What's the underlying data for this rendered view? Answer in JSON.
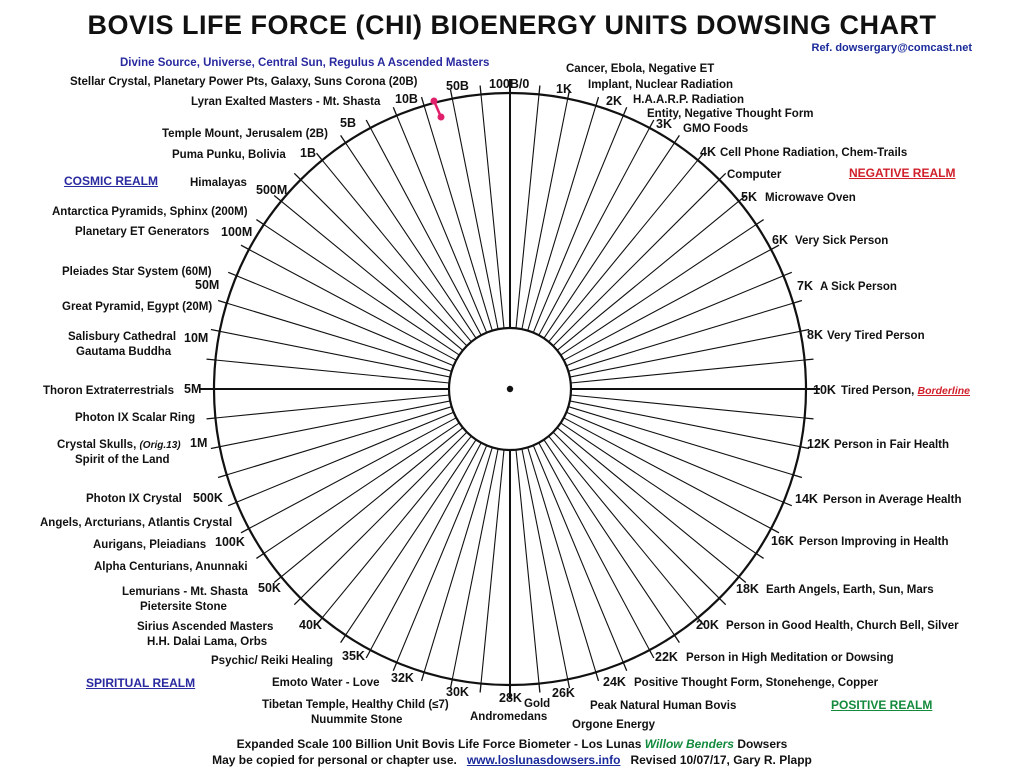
{
  "title": "BOVIS LIFE FORCE (CHI) BIOENERGY UNITS DOWSING CHART",
  "reference": "Ref. dowsergary@comcast.net",
  "realms": {
    "cosmic": "COSMIC REALM",
    "negative": "NEGATIVE REALM",
    "spiritual": "SPIRITUAL REALM",
    "positive": "POSITIVE REALM"
  },
  "ticks": {
    "t100b": "100B/0",
    "t1k": "1K",
    "t2k": "2K",
    "t3k": "3K",
    "t4k": "4K",
    "t5k": "5K",
    "t6k": "6K",
    "t7k": "7K",
    "t8k": "8K",
    "t10k": "10K",
    "t12k": "12K",
    "t14k": "14K",
    "t16k": "16K",
    "t18k": "18K",
    "t20k": "20K",
    "t22k": "22K",
    "t24k": "24K",
    "t26k": "26K",
    "t28k": "28K",
    "t30k": "30K",
    "t32k": "32K",
    "t35k": "35K",
    "t40k": "40K",
    "t50k": "50K",
    "t100k": "100K",
    "t500k": "500K",
    "t1m": "1M",
    "t5m": "5M",
    "t10m": "10M",
    "t50m": "50M",
    "t100m": "100M",
    "t500m": "500M",
    "t1b": "1B",
    "t5b": "5B",
    "t10b": "10B",
    "t50b": "50B"
  },
  "labels": {
    "divine": "Divine Source, Universe, Central Sun, Regulus A Ascended Masters",
    "stellar": "Stellar Crystal, Planetary Power Pts, Galaxy, Suns Corona (20B)",
    "lyran": "Lyran Exalted Masters - Mt. Shasta",
    "temple_mount": "Temple Mount, Jerusalem (2B)",
    "puma": "Puma Punku, Bolivia",
    "himalayas": "Himalayas",
    "antarctica": "Antarctica Pyramids, Sphinx (200M)",
    "planetary_et": "Planetary ET Generators",
    "pleiades": "Pleiades Star System (60M)",
    "great_pyramid": "Great Pyramid, Egypt (20M)",
    "salisbury": "Salisbury Cathedral",
    "gautama": "Gautama Buddha",
    "thoron": "Thoron Extraterrestrials",
    "photon_ring": "Photon IX Scalar Ring",
    "crystal_skulls": "Crystal Skulls,",
    "orig": "(Orig.13)",
    "spirit_land": "Spirit of the Land",
    "photon_crystal": "Photon IX Crystal",
    "angels": "Angels, Arcturians, Atlantis Crystal",
    "aurigans": "Aurigans, Pleiadians",
    "alpha": "Alpha Centurians, Anunnaki",
    "lemurians": "Lemurians - Mt. Shasta",
    "pietersite": "Pietersite Stone",
    "sirius": "Sirius Ascended Masters",
    "dalai": "H.H. Dalai Lama, Orbs",
    "psychic": "Psychic/ Reiki Healing",
    "emoto": "Emoto Water - Love",
    "tibetan": "Tibetan Temple, Healthy Child (≤7)",
    "nuummite": "Nuummite Stone",
    "andromedans": "Andromedans",
    "gold": "Gold",
    "orgone": "Orgone Energy",
    "peak_bovis": "Peak Natural Human Bovis",
    "positive_thought": "Positive Thought Form, Stonehenge, Copper",
    "meditation": "Person in High Meditation or Dowsing",
    "good_health": "Person in Good Health, Church Bell, Silver",
    "earth_angels": "Earth Angels, Earth, Sun, Mars",
    "improving": "Person Improving in Health",
    "average": "Person in Average Health",
    "fair": "Person in Fair Health",
    "tired": "Tired Person,",
    "borderline": "Borderline",
    "very_tired": "Very Tired Person",
    "sick": "A Sick Person",
    "very_sick": "Very Sick Person",
    "microwave": "Microwave Oven",
    "computer": "Computer",
    "cell_phone": "Cell Phone Radiation, Chem-Trails",
    "gmo": "GMO Foods",
    "entity": "Entity, Negative Thought Form",
    "haarp": "H.A.A.R.P. Radiation",
    "implant": "Implant, Nuclear Radiation",
    "cancer": "Cancer, Ebola, Negative ET"
  },
  "footer": {
    "line1_a": "Expanded Scale 100 Billion Unit Bovis Life Force Biometer - Los Lunas",
    "line1_b": "Willow Benders",
    "line1_c": "Dowsers",
    "line2_a": "May be copied for personal or chapter use.",
    "line2_link": "www.loslunasdowsers.info",
    "line2_b": "Revised 10/07/17, Gary R. Plapp"
  },
  "colors": {
    "realm_blue": "#2a2aa0",
    "realm_red": "#d0202a",
    "realm_green": "#138a3c",
    "pendulum": "#e0206a"
  },
  "dial": {
    "spoke_count": 64,
    "pendulum_marker": "pendulum-icon"
  }
}
